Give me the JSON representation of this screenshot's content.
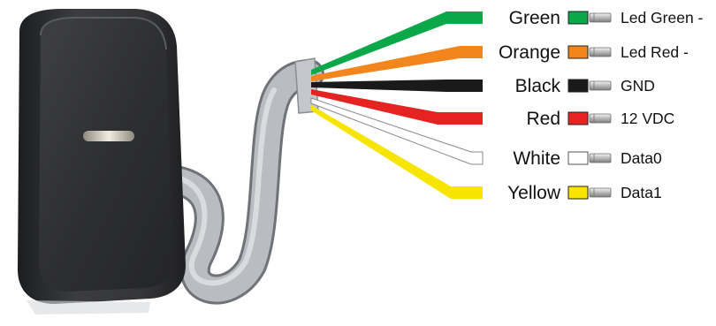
{
  "wires": [
    {
      "color_name": "Green",
      "signal": "Led Green -",
      "hex": "#0ba84a"
    },
    {
      "color_name": "Orange",
      "signal": "Led Red -",
      "hex": "#f2861d"
    },
    {
      "color_name": "Black",
      "signal": "GND",
      "hex": "#1a1a1a"
    },
    {
      "color_name": "Red",
      "signal": "12 VDC",
      "hex": "#e52421"
    },
    {
      "color_name": "White",
      "signal": "Data0",
      "hex": "#ffffff"
    },
    {
      "color_name": "Yellow",
      "signal": "Data1",
      "hex": "#f7e400"
    }
  ],
  "icons": {
    "device": "card-reader-icon",
    "cable": "cable-icon",
    "connector": "pin-connector-icon"
  },
  "colors": {
    "device_body": "#3a3b3d",
    "device_face": "#2b2c2e",
    "cable": "#a9acb0",
    "indicator": "#e8e2d6"
  }
}
